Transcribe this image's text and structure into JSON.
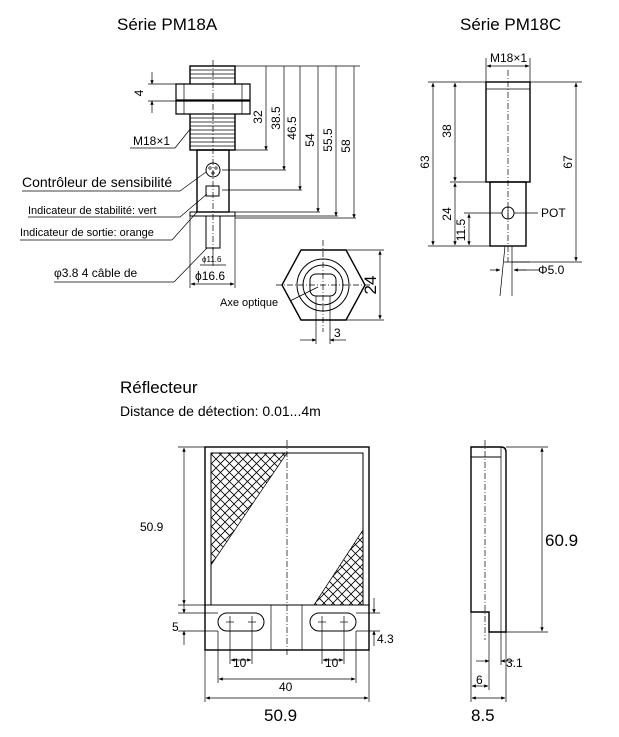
{
  "pm18a": {
    "title": "Série PM18A",
    "dims": {
      "d4": "4",
      "d32": "32",
      "d38_5": "38.5",
      "d46_5": "46.5",
      "d54": "54",
      "d55_5": "55.5",
      "d58": "58",
      "thread": "M18×1",
      "dia_cable": "ϕ11.6",
      "dia_body": "ϕ16.6",
      "nut": "24",
      "slot": "3"
    },
    "labels": {
      "sensitivity": "Contrôleur de sensibilité",
      "stability": "Indicateur de stabilité: vert",
      "output": "Indicateur de sortie: orange",
      "cable": "φ3.8 4 câble de",
      "optical_axis": "Axe optique"
    }
  },
  "pm18c": {
    "title": "Série PM18C",
    "dims": {
      "thread": "M18×1",
      "d38": "38",
      "d63": "63",
      "d24": "24",
      "d11_5": "11.5",
      "d67": "67",
      "pot": "POT",
      "dia": "Φ5.0"
    }
  },
  "reflector": {
    "title": "Réflecteur",
    "subtitle": "Distance de détection: 0.01...4m",
    "dims": {
      "h50_9": "50.9",
      "h5": "5",
      "w10_left": "10",
      "w10_right": "10",
      "w40": "40",
      "w50_9": "50.9",
      "h4_3": "4.3",
      "h60_9": "60.9",
      "w3_1": "3.1",
      "w6": "6",
      "w8_5": "8.5"
    }
  }
}
